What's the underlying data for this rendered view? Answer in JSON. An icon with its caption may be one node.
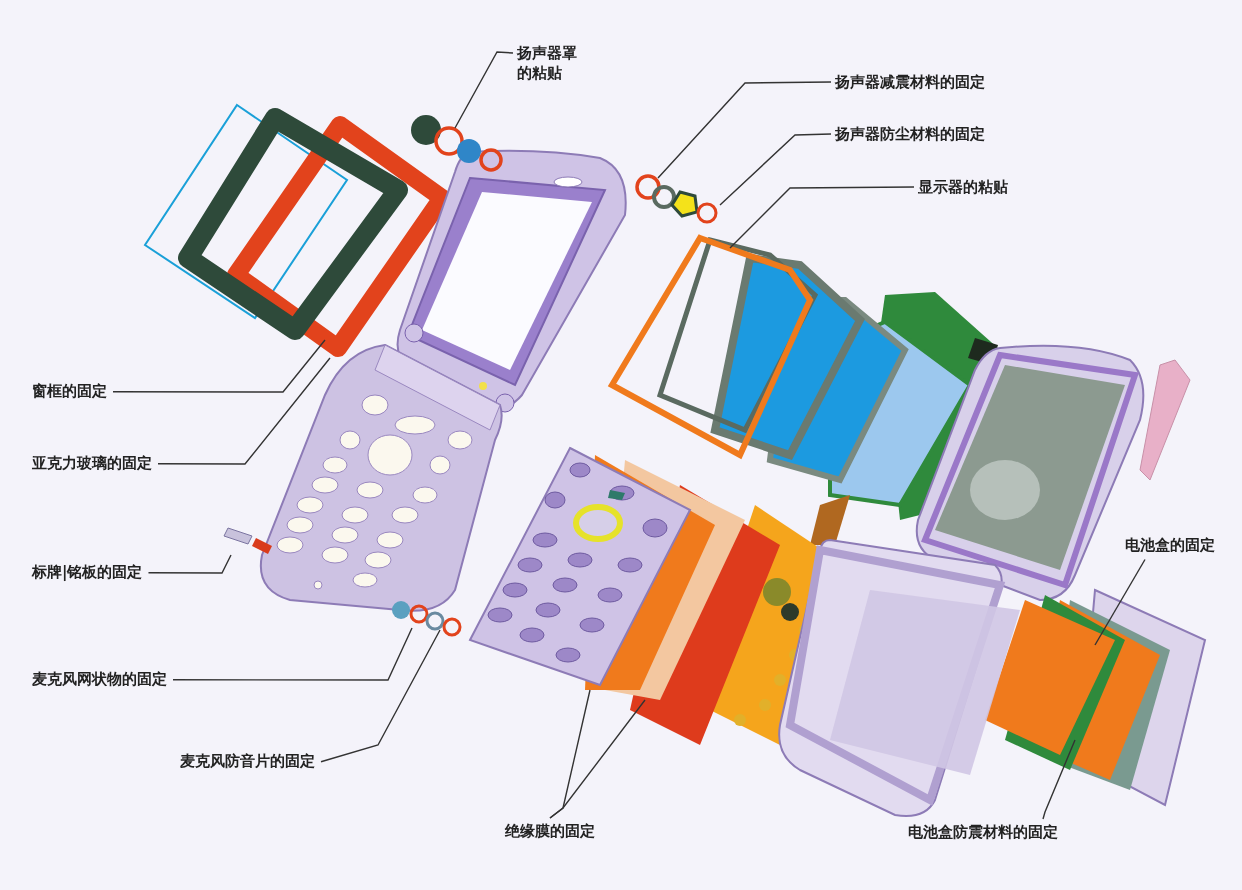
{
  "diagram": {
    "nodes": [
      {
        "text": [
          "扬声器罩的粘贴"
        ]
      },
      {
        "text": [
          "扬声器减震材料的固定"
        ]
      },
      {
        "text": [
          "扬声器防尘材料的固定"
        ]
      },
      {
        "text": [
          "显示器的粘贴"
        ]
      },
      {
        "text": [
          "窗框的固定"
        ]
      },
      {
        "text": [
          "亚克力玻璃的固定"
        ]
      },
      {
        "text": [
          "标牌|铭板的固定"
        ]
      },
      {
        "text": [
          "麦克风网状物的固定"
        ]
      },
      {
        "text": [
          "麦克风防音片的固定"
        ]
      },
      {
        "text": [
          "绝缘膜的固定"
        ]
      },
      {
        "text": [
          "电池盒的固定"
        ]
      },
      {
        "text": [
          "电池盒防震材料的固定"
        ]
      }
    ],
    "edges": [
      {
        "from": 0,
        "to": null,
        "arrow": "none"
      },
      {
        "from": 1,
        "to": null,
        "arrow": "none"
      },
      {
        "from": 2,
        "to": null,
        "arrow": "none"
      },
      {
        "from": 3,
        "to": null,
        "arrow": "none"
      },
      {
        "from": 4,
        "to": null,
        "arrow": "none"
      },
      {
        "from": 5,
        "to": null,
        "arrow": "none"
      },
      {
        "from": 6,
        "to": null,
        "arrow": "none"
      },
      {
        "from": 7,
        "to": null,
        "arrow": "none"
      },
      {
        "from": 8,
        "to": null,
        "arrow": "none"
      },
      {
        "from": 9,
        "to": null,
        "arrow": "none"
      },
      {
        "from": 9,
        "to": null,
        "arrow": "none"
      },
      {
        "from": 10,
        "to": null,
        "arrow": "none"
      },
      {
        "from": 11,
        "to": null,
        "arrow": "none"
      }
    ]
  }
}
